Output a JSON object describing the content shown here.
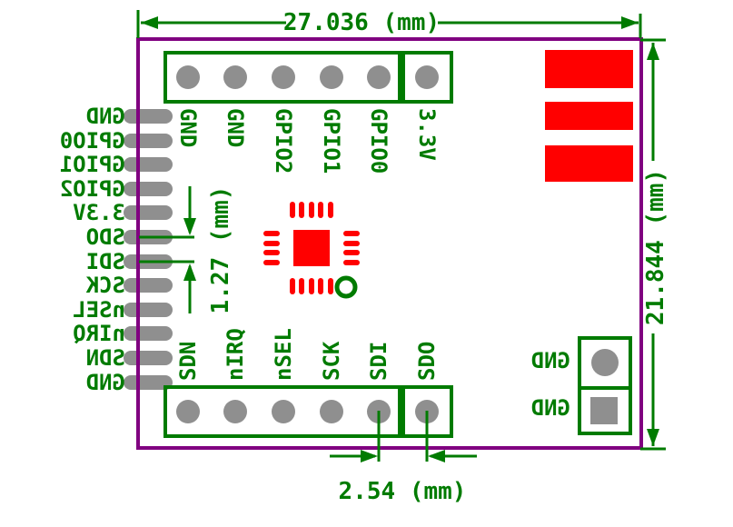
{
  "colors": {
    "board_outline": "#800080",
    "annotation_green": "#007B00",
    "copper_gray": "#8F8F8F",
    "paste_red": "#FF0000"
  },
  "dimensions": {
    "board_width": "27.036 (mm)",
    "board_height": "21.844 (mm)",
    "bottom_pad_pitch": "2.54 (mm)",
    "left_pad_pitch": "1.27 (mm)"
  },
  "top_header": {
    "pins": [
      "GND",
      "GND",
      "GPIO2",
      "GPIO1",
      "GPIO0",
      "3.3V"
    ]
  },
  "bottom_header": {
    "pins": [
      "SDN",
      "nIRQ",
      "nSEL",
      "SCK",
      "SDI",
      "SDO"
    ]
  },
  "left_edge": {
    "labels": [
      "GND",
      "GPIO0",
      "GPIO1",
      "GPIO2",
      "3.3V",
      "SDO",
      "SDI",
      "SCK",
      "nSEL",
      "nIRQ",
      "SDN",
      "GND"
    ]
  },
  "ground_pads": {
    "labels": [
      "GND",
      "GND"
    ]
  }
}
